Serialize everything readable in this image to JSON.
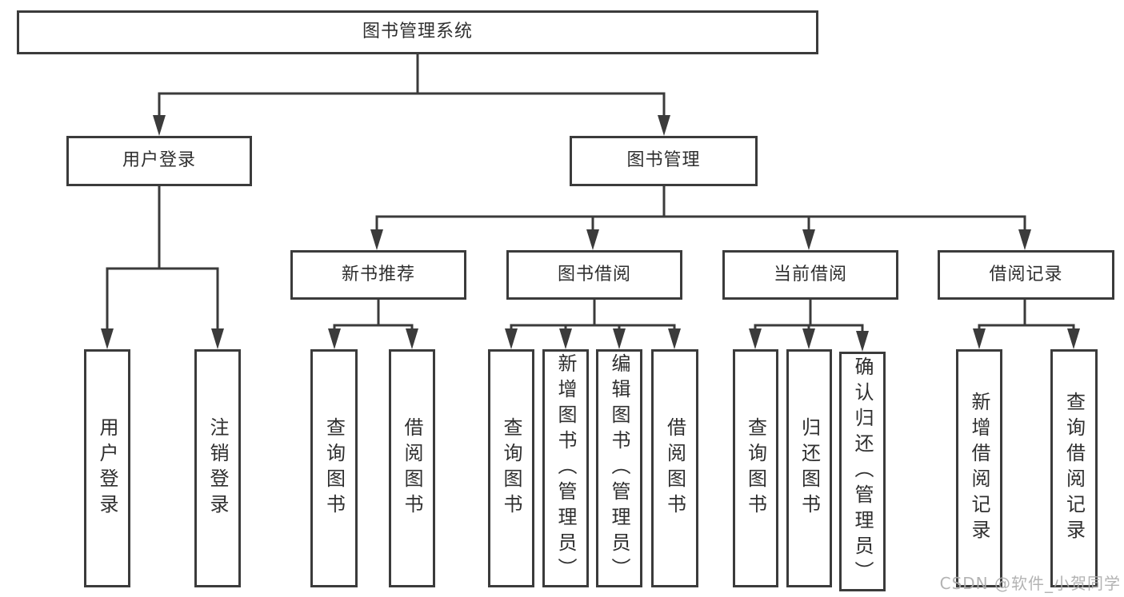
{
  "nodes": {
    "root": "图书管理系统",
    "user_login": "用户登录",
    "book_mgmt": "图书管理",
    "new_books": "新书推荐",
    "book_borrow": "图书借阅",
    "current_borrow": "当前借阅",
    "borrow_records": "借阅记录",
    "leaf_user_login": "用户登录",
    "leaf_logout": "注销登录",
    "leaf_nb_query": "查询图书",
    "leaf_nb_borrow": "借阅图书",
    "leaf_bb_query": "查询图书",
    "leaf_bb_add": "新增图书（管理员）",
    "leaf_bb_edit": "编辑图书（管理员）",
    "leaf_bb_borrow": "借阅图书",
    "leaf_cb_query": "查询图书",
    "leaf_cb_return": "归还图书",
    "leaf_cb_confirm": "确认归还（管理员）",
    "leaf_br_add": "新增借阅记录",
    "leaf_br_query": "查询借阅记录"
  },
  "watermark": "CSDN @软件_小贺同学",
  "colors": {
    "line": "#3b3b3b",
    "text": "#2f2f2f",
    "watermark": "#acacac",
    "background": "#ffffff"
  }
}
